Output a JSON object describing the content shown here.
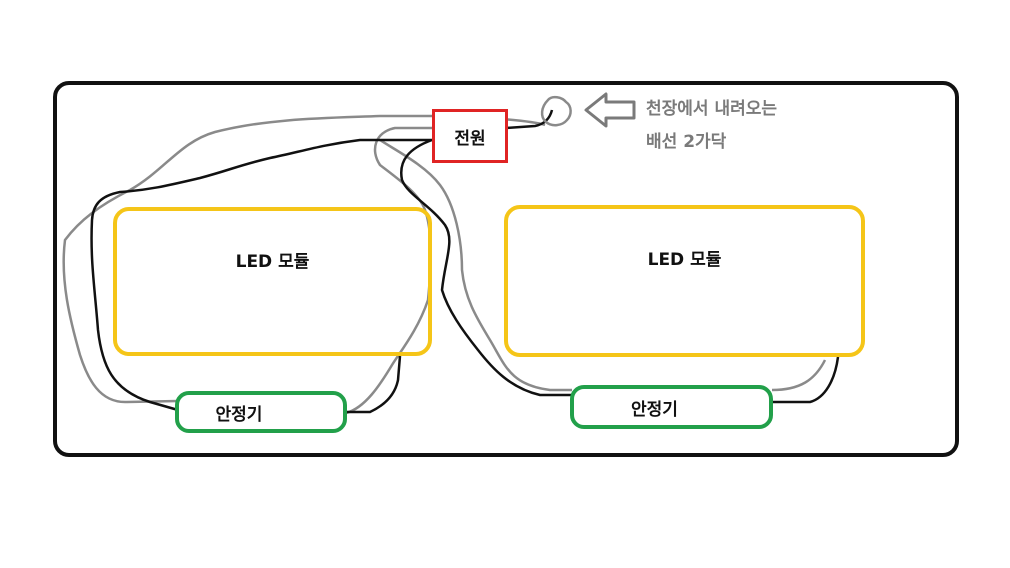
{
  "colors": {
    "frame": "#111111",
    "led_border": "#f5c518",
    "stabilizer_border": "#22a04a",
    "power_border": "#e02424",
    "black_wire": "#111111",
    "gray_wire": "#8a8a8a",
    "note_text": "#7a7a7a"
  },
  "power": {
    "label": "전원"
  },
  "led_modules": [
    {
      "label": "LED 모듈"
    },
    {
      "label": "LED 모듈"
    }
  ],
  "stabilizers": [
    {
      "label": "안정기"
    },
    {
      "label": "안정기"
    }
  ],
  "ceiling_note": {
    "icon": "arrow-left-icon",
    "line1": "천장에서 내려오는",
    "line2": "배선 2가닥"
  }
}
